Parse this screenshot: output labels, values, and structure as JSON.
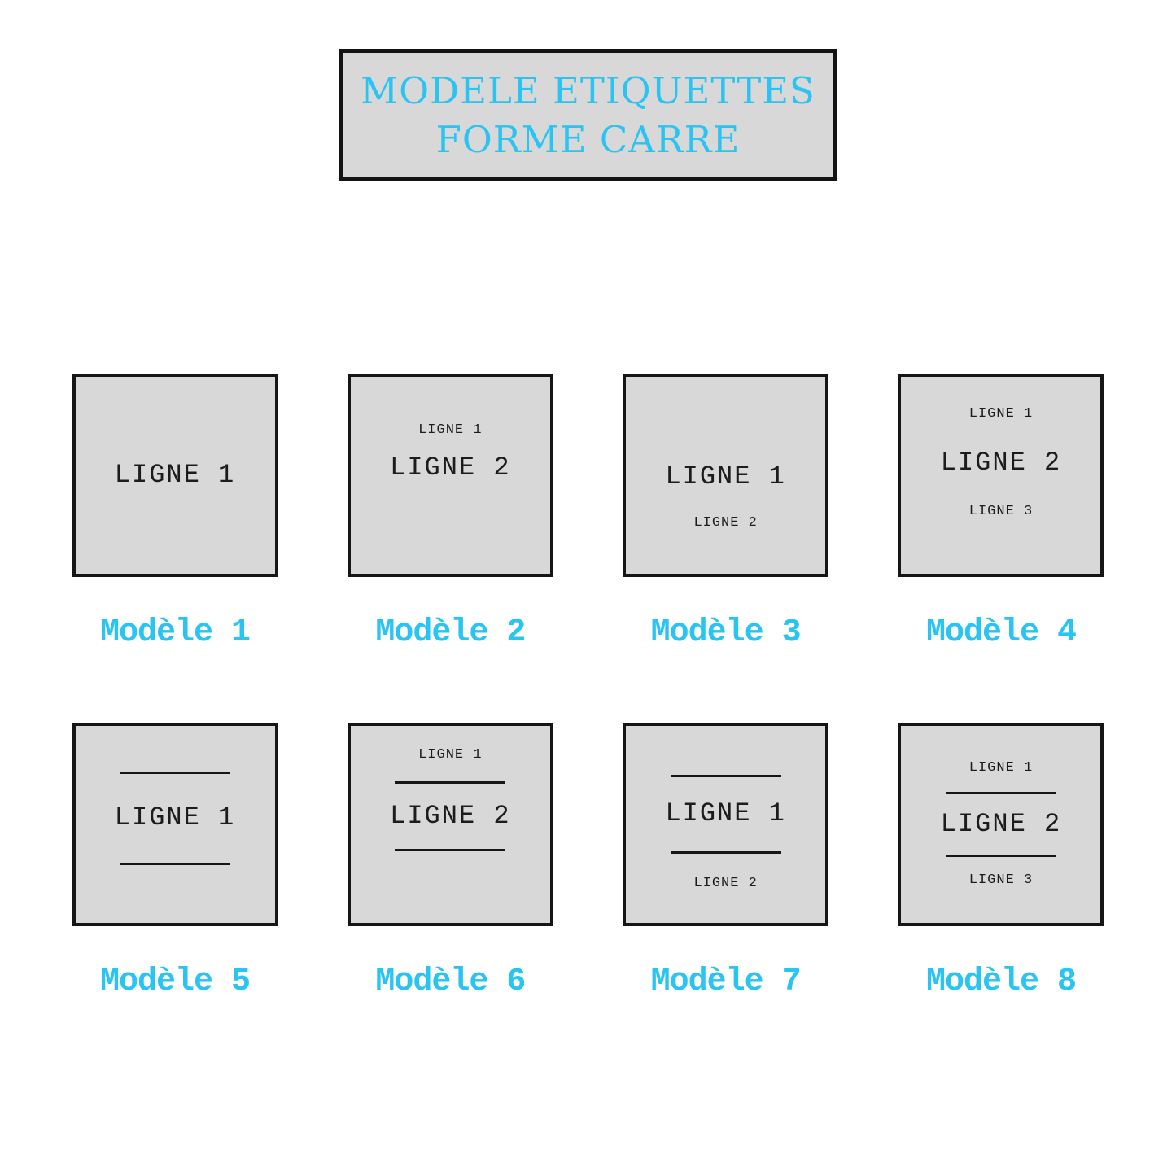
{
  "title": {
    "line1": "MODELE ETIQUETTES",
    "line2": "FORME CARRE"
  },
  "colors": {
    "accent_cyan": "#29c4f2",
    "square_fill": "#d8d8d8",
    "border_black": "#161616",
    "page_background": "#ffffff"
  },
  "models": [
    {
      "caption": "Modèle 1",
      "lines": [
        {
          "type": "big",
          "text": "LIGNE 1"
        }
      ]
    },
    {
      "caption": "Modèle 2",
      "lines": [
        {
          "type": "small",
          "text": "LIGNE 1"
        },
        {
          "type": "big",
          "text": "LIGNE 2"
        }
      ]
    },
    {
      "caption": "Modèle 3",
      "lines": [
        {
          "type": "big",
          "text": "LIGNE 1"
        },
        {
          "type": "small",
          "text": "LIGNE 2"
        }
      ]
    },
    {
      "caption": "Modèle 4",
      "lines": [
        {
          "type": "small",
          "text": "LIGNE 1"
        },
        {
          "type": "big",
          "text": "LIGNE 2"
        },
        {
          "type": "small",
          "text": "LIGNE 3"
        }
      ]
    },
    {
      "caption": "Modèle 5",
      "lines": [
        {
          "type": "rule"
        },
        {
          "type": "big",
          "text": "LIGNE 1"
        },
        {
          "type": "rule"
        }
      ]
    },
    {
      "caption": "Modèle 6",
      "lines": [
        {
          "type": "small",
          "text": "LIGNE 1"
        },
        {
          "type": "rule"
        },
        {
          "type": "big",
          "text": "LIGNE 2"
        },
        {
          "type": "rule"
        }
      ]
    },
    {
      "caption": "Modèle 7",
      "lines": [
        {
          "type": "rule"
        },
        {
          "type": "big",
          "text": "LIGNE 1"
        },
        {
          "type": "rule"
        },
        {
          "type": "small",
          "text": "LIGNE 2"
        }
      ]
    },
    {
      "caption": "Modèle 8",
      "lines": [
        {
          "type": "small",
          "text": "LIGNE 1"
        },
        {
          "type": "rule"
        },
        {
          "type": "big",
          "text": "LIGNE 2"
        },
        {
          "type": "rule"
        },
        {
          "type": "small",
          "text": "LIGNE 3"
        }
      ]
    }
  ]
}
